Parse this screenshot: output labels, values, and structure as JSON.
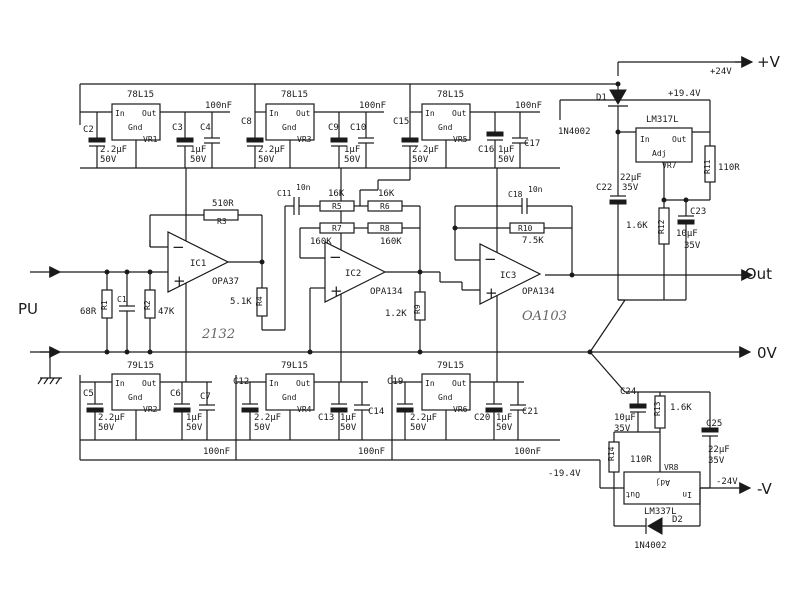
{
  "regulators": {
    "vr1": {
      "part": "78L15",
      "in": "In",
      "out": "Out",
      "gnd": "Gnd",
      "ref": "VR1"
    },
    "vr3": {
      "part": "78L15",
      "in": "In",
      "out": "Out",
      "gnd": "Gnd",
      "ref": "VR3"
    },
    "vr5": {
      "part": "78L15",
      "in": "In",
      "out": "Out",
      "gnd": "Gnd",
      "ref": "VR5"
    },
    "vr2": {
      "part": "79L15",
      "in": "In",
      "out": "Out",
      "gnd": "Gnd",
      "ref": "VR2"
    },
    "vr4": {
      "part": "79L15",
      "in": "In",
      "out": "Out",
      "gnd": "Gnd",
      "ref": "VR4"
    },
    "vr6": {
      "part": "79L15",
      "in": "In",
      "out": "Out",
      "gnd": "Gnd",
      "ref": "VR6"
    },
    "vr7": {
      "part": "LM317L",
      "in": "In",
      "out": "Out",
      "adj": "Adj",
      "ref": "VR7"
    },
    "vr8": {
      "part": "LM337L",
      "in": "In",
      "out": "Out",
      "adj": "Adj",
      "ref": "VR8"
    }
  },
  "opamps": {
    "ic1": {
      "ref": "IC1",
      "part": "OPA37"
    },
    "ic2": {
      "ref": "IC2",
      "part": "OPA134"
    },
    "ic3": {
      "ref": "IC3",
      "part": "OPA134"
    }
  },
  "components": {
    "c2": {
      "ref": "C2",
      "value": "2.2µF",
      "rating": "50V"
    },
    "c3": {
      "ref": "C3",
      "value": "1µF",
      "rating": "50V"
    },
    "c4": {
      "ref": "C4",
      "value": "100nF"
    },
    "c8": {
      "ref": "C8",
      "value": "2.2µF",
      "rating": "50V"
    },
    "c9": {
      "ref": "C9",
      "value": "1µF",
      "rating": "50V"
    },
    "c10": {
      "ref": "C10",
      "value": "100nF"
    },
    "c15": {
      "ref": "C15",
      "value": "2.2µF",
      "rating": "50V"
    },
    "c16": {
      "ref": "C16",
      "value": "1µF",
      "rating": "50V"
    },
    "c17": {
      "ref": "C17",
      "value": "100nF"
    },
    "c5": {
      "ref": "C5",
      "value": "2.2µF",
      "rating": "50V"
    },
    "c6": {
      "ref": "C6",
      "value": "1µF",
      "rating": "50V"
    },
    "c7": {
      "ref": "C7",
      "value": "100nF"
    },
    "c12": {
      "ref": "C12",
      "value": "2.2µF",
      "rating": "50V"
    },
    "c13": {
      "ref": "C13",
      "value": "1µF",
      "rating": "50V"
    },
    "c14": {
      "ref": "C14",
      "value": "100nF"
    },
    "c19": {
      "ref": "C19",
      "value": "2.2µF",
      "rating": "50V"
    },
    "c20": {
      "ref": "C20",
      "value": "1µF",
      "rating": "50V"
    },
    "c21": {
      "ref": "C21",
      "value": "100nF"
    },
    "c1": {
      "ref": "C1"
    },
    "c11": {
      "ref": "C11",
      "value": "10n"
    },
    "c18": {
      "ref": "C18",
      "value": "10n"
    },
    "c22": {
      "ref": "C22",
      "value": "22µF",
      "rating": "35V"
    },
    "c23": {
      "ref": "C23",
      "value": "10µF",
      "rating": "35V"
    },
    "c24": {
      "ref": "C24",
      "value": "10µF",
      "rating": "35V"
    },
    "c25": {
      "ref": "C25",
      "value": "22µF",
      "rating": "35V"
    },
    "r1": {
      "ref": "R1",
      "value": "68R"
    },
    "r2": {
      "ref": "R2",
      "value": "47K"
    },
    "r3": {
      "ref": "R3",
      "value": "510R"
    },
    "r4": {
      "ref": "R4",
      "value": "5.1K"
    },
    "r5": {
      "ref": "R5",
      "value": "16K"
    },
    "r6": {
      "ref": "R6",
      "value": "16K"
    },
    "r7": {
      "ref": "R7",
      "value": "160K"
    },
    "r8": {
      "ref": "R8",
      "value": "160K"
    },
    "r9": {
      "ref": "R9",
      "value": "1.2K"
    },
    "r10": {
      "ref": "R10",
      "value": "7.5K"
    },
    "r11": {
      "ref": "R11",
      "value": "110R"
    },
    "r12": {
      "ref": "R12",
      "value": "1.6K"
    },
    "r13": {
      "ref": "R13",
      "value": "1.6K"
    },
    "r14": {
      "ref": "R14",
      "value": "110R"
    },
    "d1": {
      "ref": "D1",
      "part": "1N4002"
    },
    "d2": {
      "ref": "D2",
      "part": "1N4002"
    }
  },
  "rails": {
    "pos_in": "+24V",
    "pos_reg": "+19.4V",
    "neg_in": "-24V",
    "neg_reg": "-19.4V",
    "plus_v": "+V",
    "minus_v": "-V",
    "zero_v": "0V",
    "out": "Out"
  },
  "input_label": "PU",
  "handwritten": {
    "left": "2132",
    "right": "OA103"
  }
}
